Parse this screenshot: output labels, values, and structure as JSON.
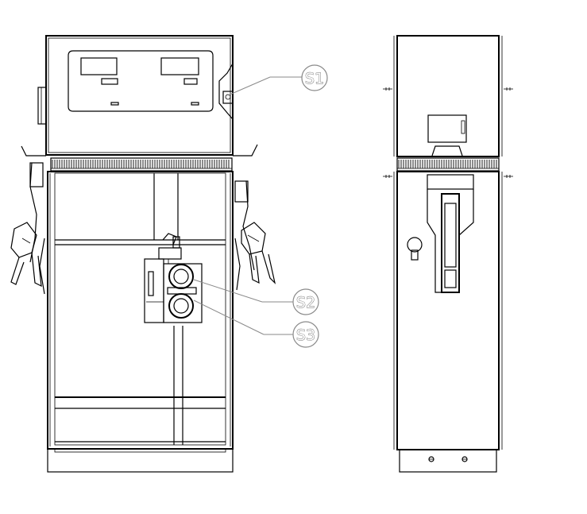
{
  "callouts": [
    {
      "id": "s1",
      "label": "S1"
    },
    {
      "id": "s2",
      "label": "S2"
    },
    {
      "id": "s3",
      "label": "S3"
    }
  ],
  "views": [
    "front-view",
    "side-view"
  ],
  "colors": {
    "line": "#000000",
    "callout": "#8a8a8a",
    "background": "#ffffff"
  }
}
